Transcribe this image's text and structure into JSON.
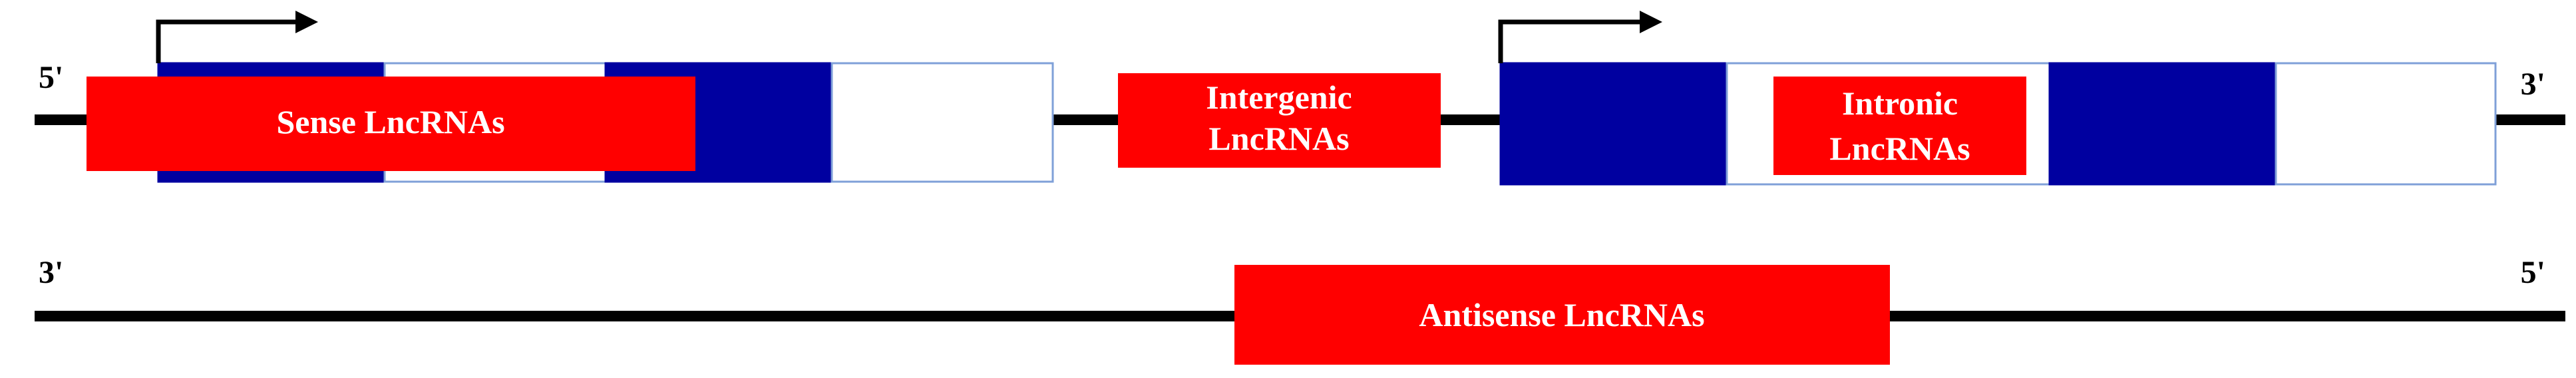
{
  "diagram": {
    "strands": {
      "top": {
        "left_end": "5'",
        "right_end": "3'"
      },
      "bottom": {
        "left_end": "3'",
        "right_end": "5'"
      }
    },
    "colors": {
      "strand": "#000000",
      "exon_fill": "#0000a0",
      "exon_outline": "#0000a0",
      "intron_fill": "#ffffff",
      "intron_outline": "#7fa0d8",
      "lncrna_fill": "#ff0000",
      "lncrna_text": "#ffffff",
      "end_label": "#000000",
      "arrow": "#000000"
    },
    "genes": [
      {
        "name": "gene-1",
        "segments": [
          "exon",
          "intron",
          "exon",
          "intron"
        ],
        "has_tss_arrow": true
      },
      {
        "name": "gene-2",
        "segments": [
          "exon",
          "intron",
          "exon",
          "intron"
        ],
        "has_tss_arrow": true
      }
    ],
    "lncrnas": {
      "sense": {
        "lines": [
          "Sense LncRNAs"
        ]
      },
      "intergenic": {
        "lines": [
          "Intergenic",
          "LncRNAs"
        ]
      },
      "intronic": {
        "lines": [
          "Intronic",
          "LncRNAs"
        ]
      },
      "antisense": {
        "lines": [
          "Antisense LncRNAs"
        ]
      }
    }
  }
}
